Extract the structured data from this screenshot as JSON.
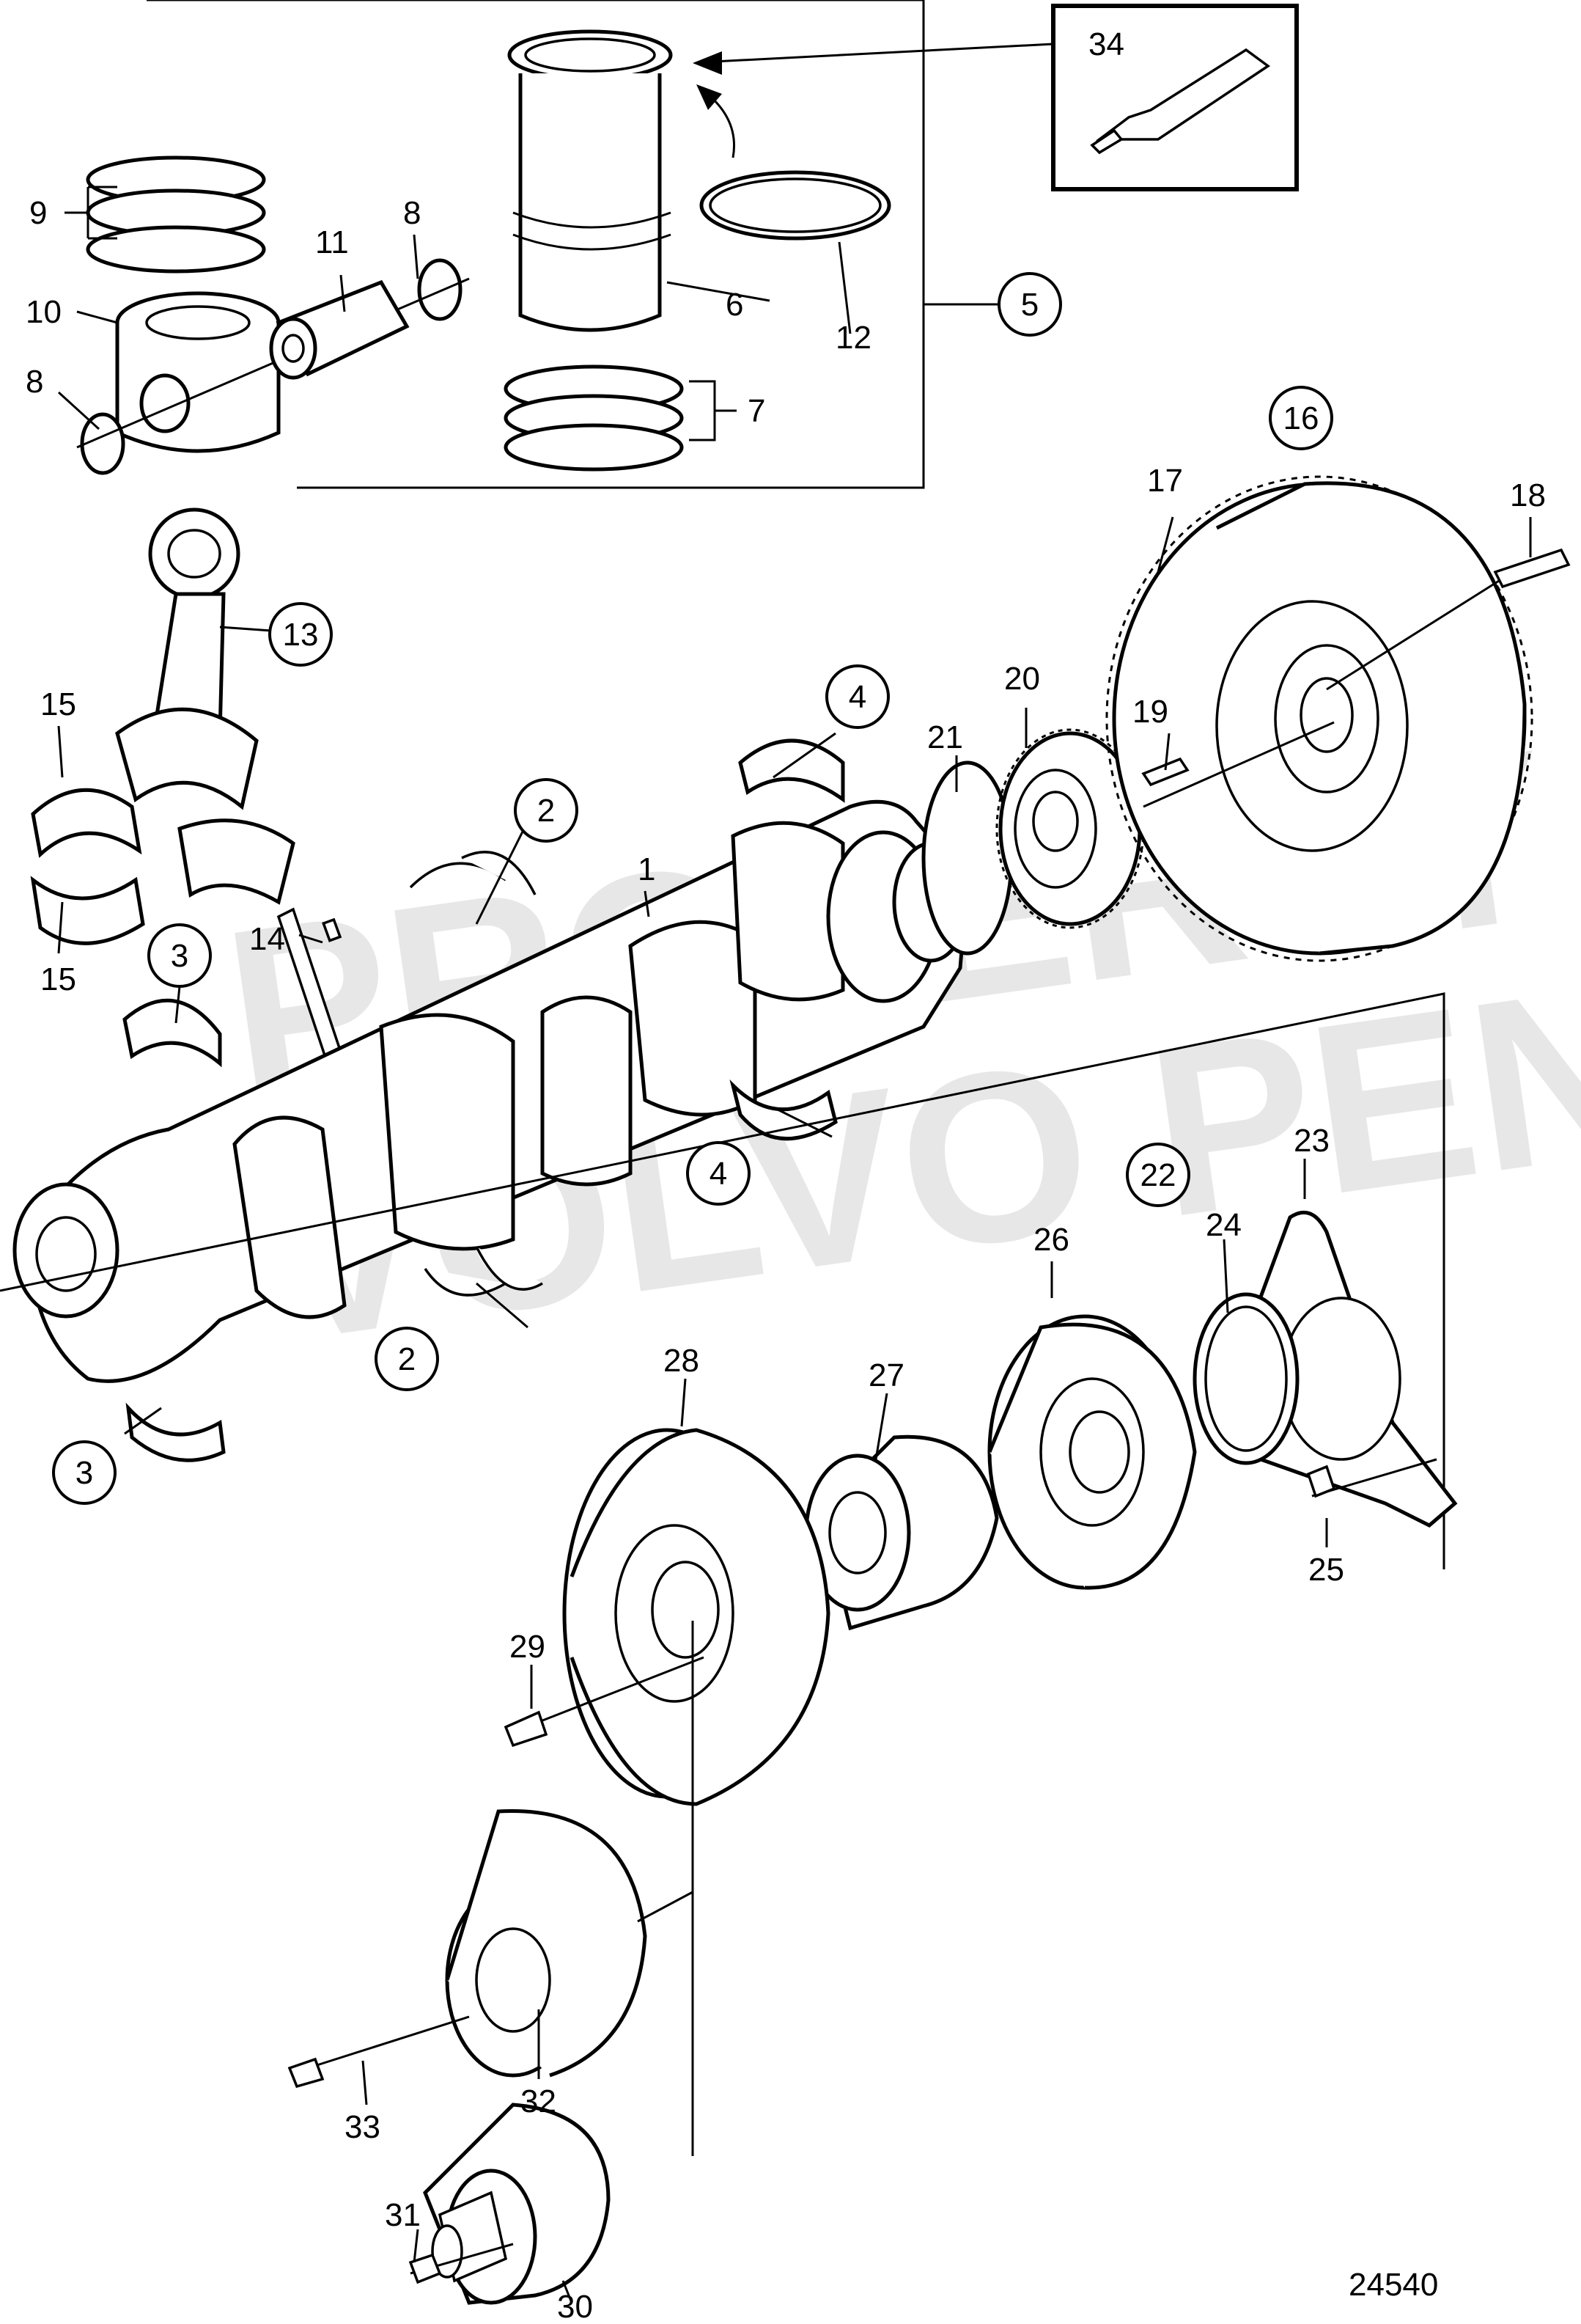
{
  "diagram": {
    "figure_number": "24540",
    "watermark": [
      "PROPERTY OF",
      "VOLVO PENTA"
    ],
    "labels": {
      "p1": "1",
      "p2a": "2",
      "p2b": "2",
      "p3a": "3",
      "p3b": "3",
      "p4a": "4",
      "p4b": "4",
      "p5": "5",
      "p6": "6",
      "p7": "7",
      "p8a": "8",
      "p8b": "8",
      "p9": "9",
      "p10": "10",
      "p11": "11",
      "p12": "12",
      "p13": "13",
      "p14": "14",
      "p15a": "15",
      "p15b": "15",
      "p16": "16",
      "p17": "17",
      "p18": "18",
      "p19": "19",
      "p20": "20",
      "p21": "21",
      "p22": "22",
      "p23": "23",
      "p24": "24",
      "p25": "25",
      "p26": "26",
      "p27": "27",
      "p28": "28",
      "p29": "29",
      "p30": "30",
      "p31": "31",
      "p32": "32",
      "p33": "33",
      "p34": "34"
    }
  }
}
